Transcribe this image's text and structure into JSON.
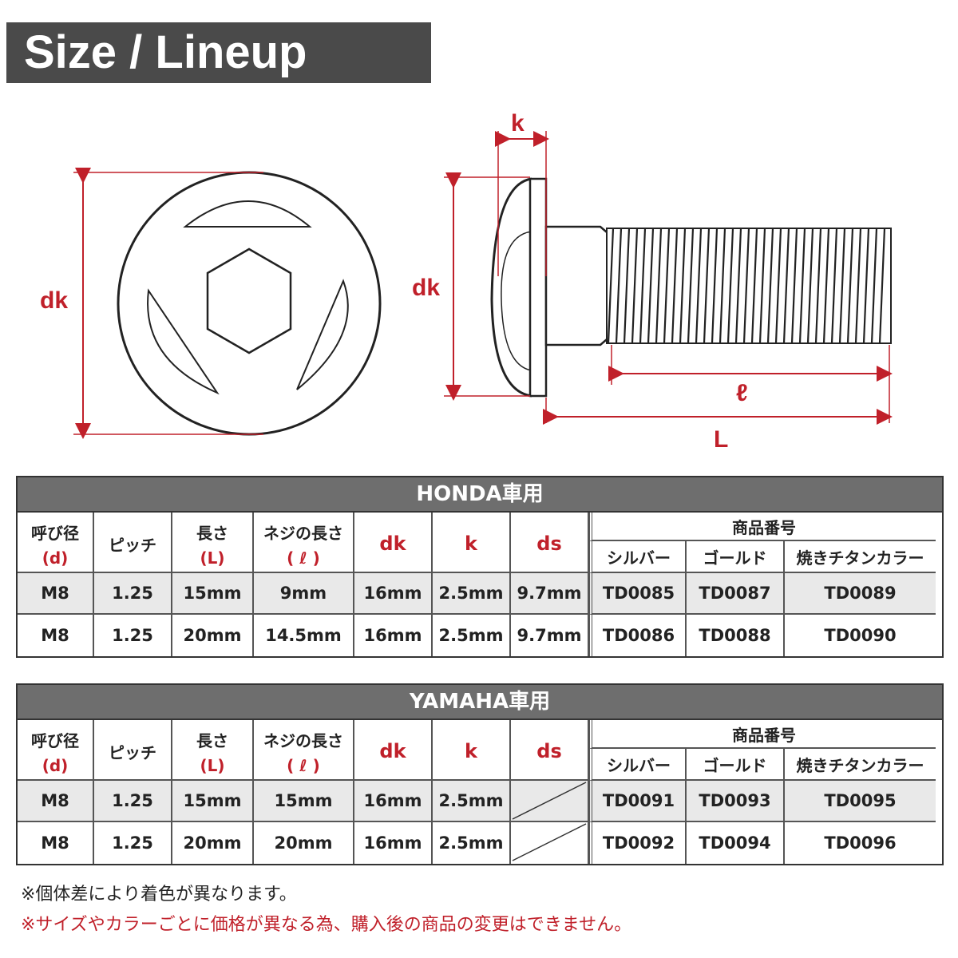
{
  "title": "Size / Lineup",
  "diagram": {
    "labels": {
      "dk_left": "dk",
      "dk_right": "dk",
      "k": "k",
      "l_thread": "ℓ",
      "L": "L"
    }
  },
  "colors": {
    "accent": "#c0202a",
    "header_bg": "#6e6e6e",
    "title_bg": "#4a4a4a"
  },
  "columns": {
    "nominal": "呼び径",
    "nominal_sub": "(d)",
    "pitch": "ピッチ",
    "length": "長さ",
    "length_sub": "(L)",
    "thread_length": "ネジの長さ",
    "thread_length_sub": "( ℓ )",
    "dk": "dk",
    "k": "k",
    "ds": "ds",
    "product_no": "商品番号",
    "silver": "シルバー",
    "gold": "ゴールド",
    "burnt": "焼きチタンカラー"
  },
  "honda": {
    "title": "HONDA車用",
    "rows": [
      {
        "d": "M8",
        "pitch": "1.25",
        "L": "15mm",
        "l": "9mm",
        "dk": "16mm",
        "k": "2.5mm",
        "ds": "9.7mm",
        "silver": "TD0085",
        "gold": "TD0087",
        "burnt": "TD0089"
      },
      {
        "d": "M8",
        "pitch": "1.25",
        "L": "20mm",
        "l": "14.5mm",
        "dk": "16mm",
        "k": "2.5mm",
        "ds": "9.7mm",
        "silver": "TD0086",
        "gold": "TD0088",
        "burnt": "TD0090"
      }
    ]
  },
  "yamaha": {
    "title": "YAMAHA車用",
    "rows": [
      {
        "d": "M8",
        "pitch": "1.25",
        "L": "15mm",
        "l": "15mm",
        "dk": "16mm",
        "k": "2.5mm",
        "ds": "",
        "silver": "TD0091",
        "gold": "TD0093",
        "burnt": "TD0095"
      },
      {
        "d": "M8",
        "pitch": "1.25",
        "L": "20mm",
        "l": "20mm",
        "dk": "16mm",
        "k": "2.5mm",
        "ds": "",
        "silver": "TD0092",
        "gold": "TD0094",
        "burnt": "TD0096"
      }
    ]
  },
  "notes": {
    "note1": "※個体差により着色が異なります。",
    "note2": "※サイズやカラーごとに価格が異なる為、購入後の商品の変更はできません。"
  }
}
